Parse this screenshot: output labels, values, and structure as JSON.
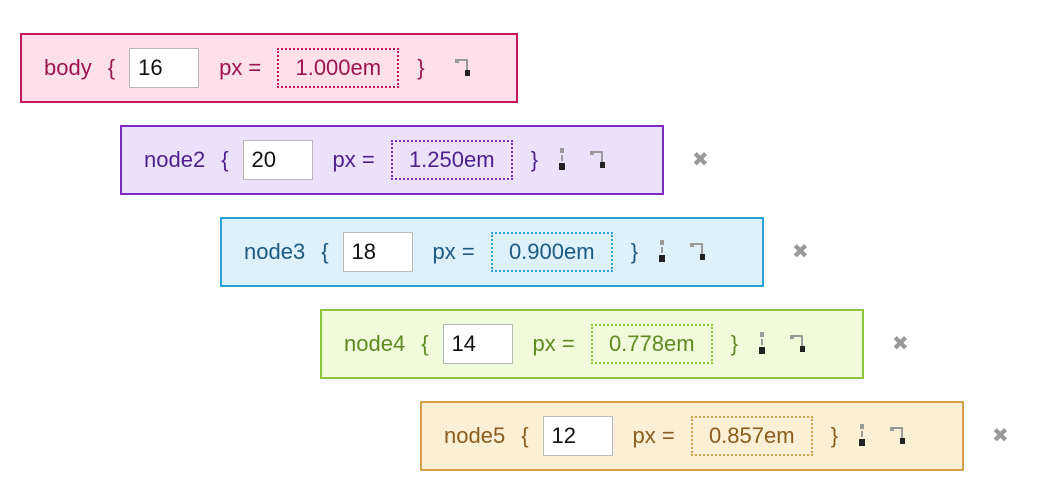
{
  "nodes": [
    {
      "name": "body",
      "brace_open": "{",
      "px": "16",
      "px_label": "px =",
      "em": "1.000em",
      "brace_close": "}",
      "theme": "pink",
      "has_pop": false,
      "has_remove": false
    },
    {
      "name": "node2",
      "brace_open": "{",
      "px": "20",
      "px_label": "px =",
      "em": "1.250em",
      "brace_close": "}",
      "theme": "purple",
      "has_pop": true,
      "has_remove": true,
      "remove_label": "✖"
    },
    {
      "name": "node3",
      "brace_open": "{",
      "px": "18",
      "px_label": "px =",
      "em": "0.900em",
      "brace_close": "}",
      "theme": "blue",
      "has_pop": true,
      "has_remove": true,
      "remove_label": "✖"
    },
    {
      "name": "node4",
      "brace_open": "{",
      "px": "14",
      "px_label": "px =",
      "em": "0.778em",
      "brace_close": "}",
      "theme": "green",
      "has_pop": true,
      "has_remove": true,
      "remove_label": "✖"
    },
    {
      "name": "node5",
      "brace_open": "{",
      "px": "12",
      "px_label": "px =",
      "em": "0.857em",
      "brace_close": "}",
      "theme": "orange",
      "has_pop": true,
      "has_remove": true,
      "remove_label": "✖"
    }
  ],
  "icons": {
    "pop": "move-up-icon",
    "nest": "nest-child-icon",
    "remove": "remove-icon"
  },
  "colors": {
    "pink": "#c5175e",
    "purple": "#7d2cc2",
    "blue": "#2ba2d3",
    "green": "#8cc63a",
    "orange": "#d5a24b",
    "remove": "#9a9a9a"
  }
}
